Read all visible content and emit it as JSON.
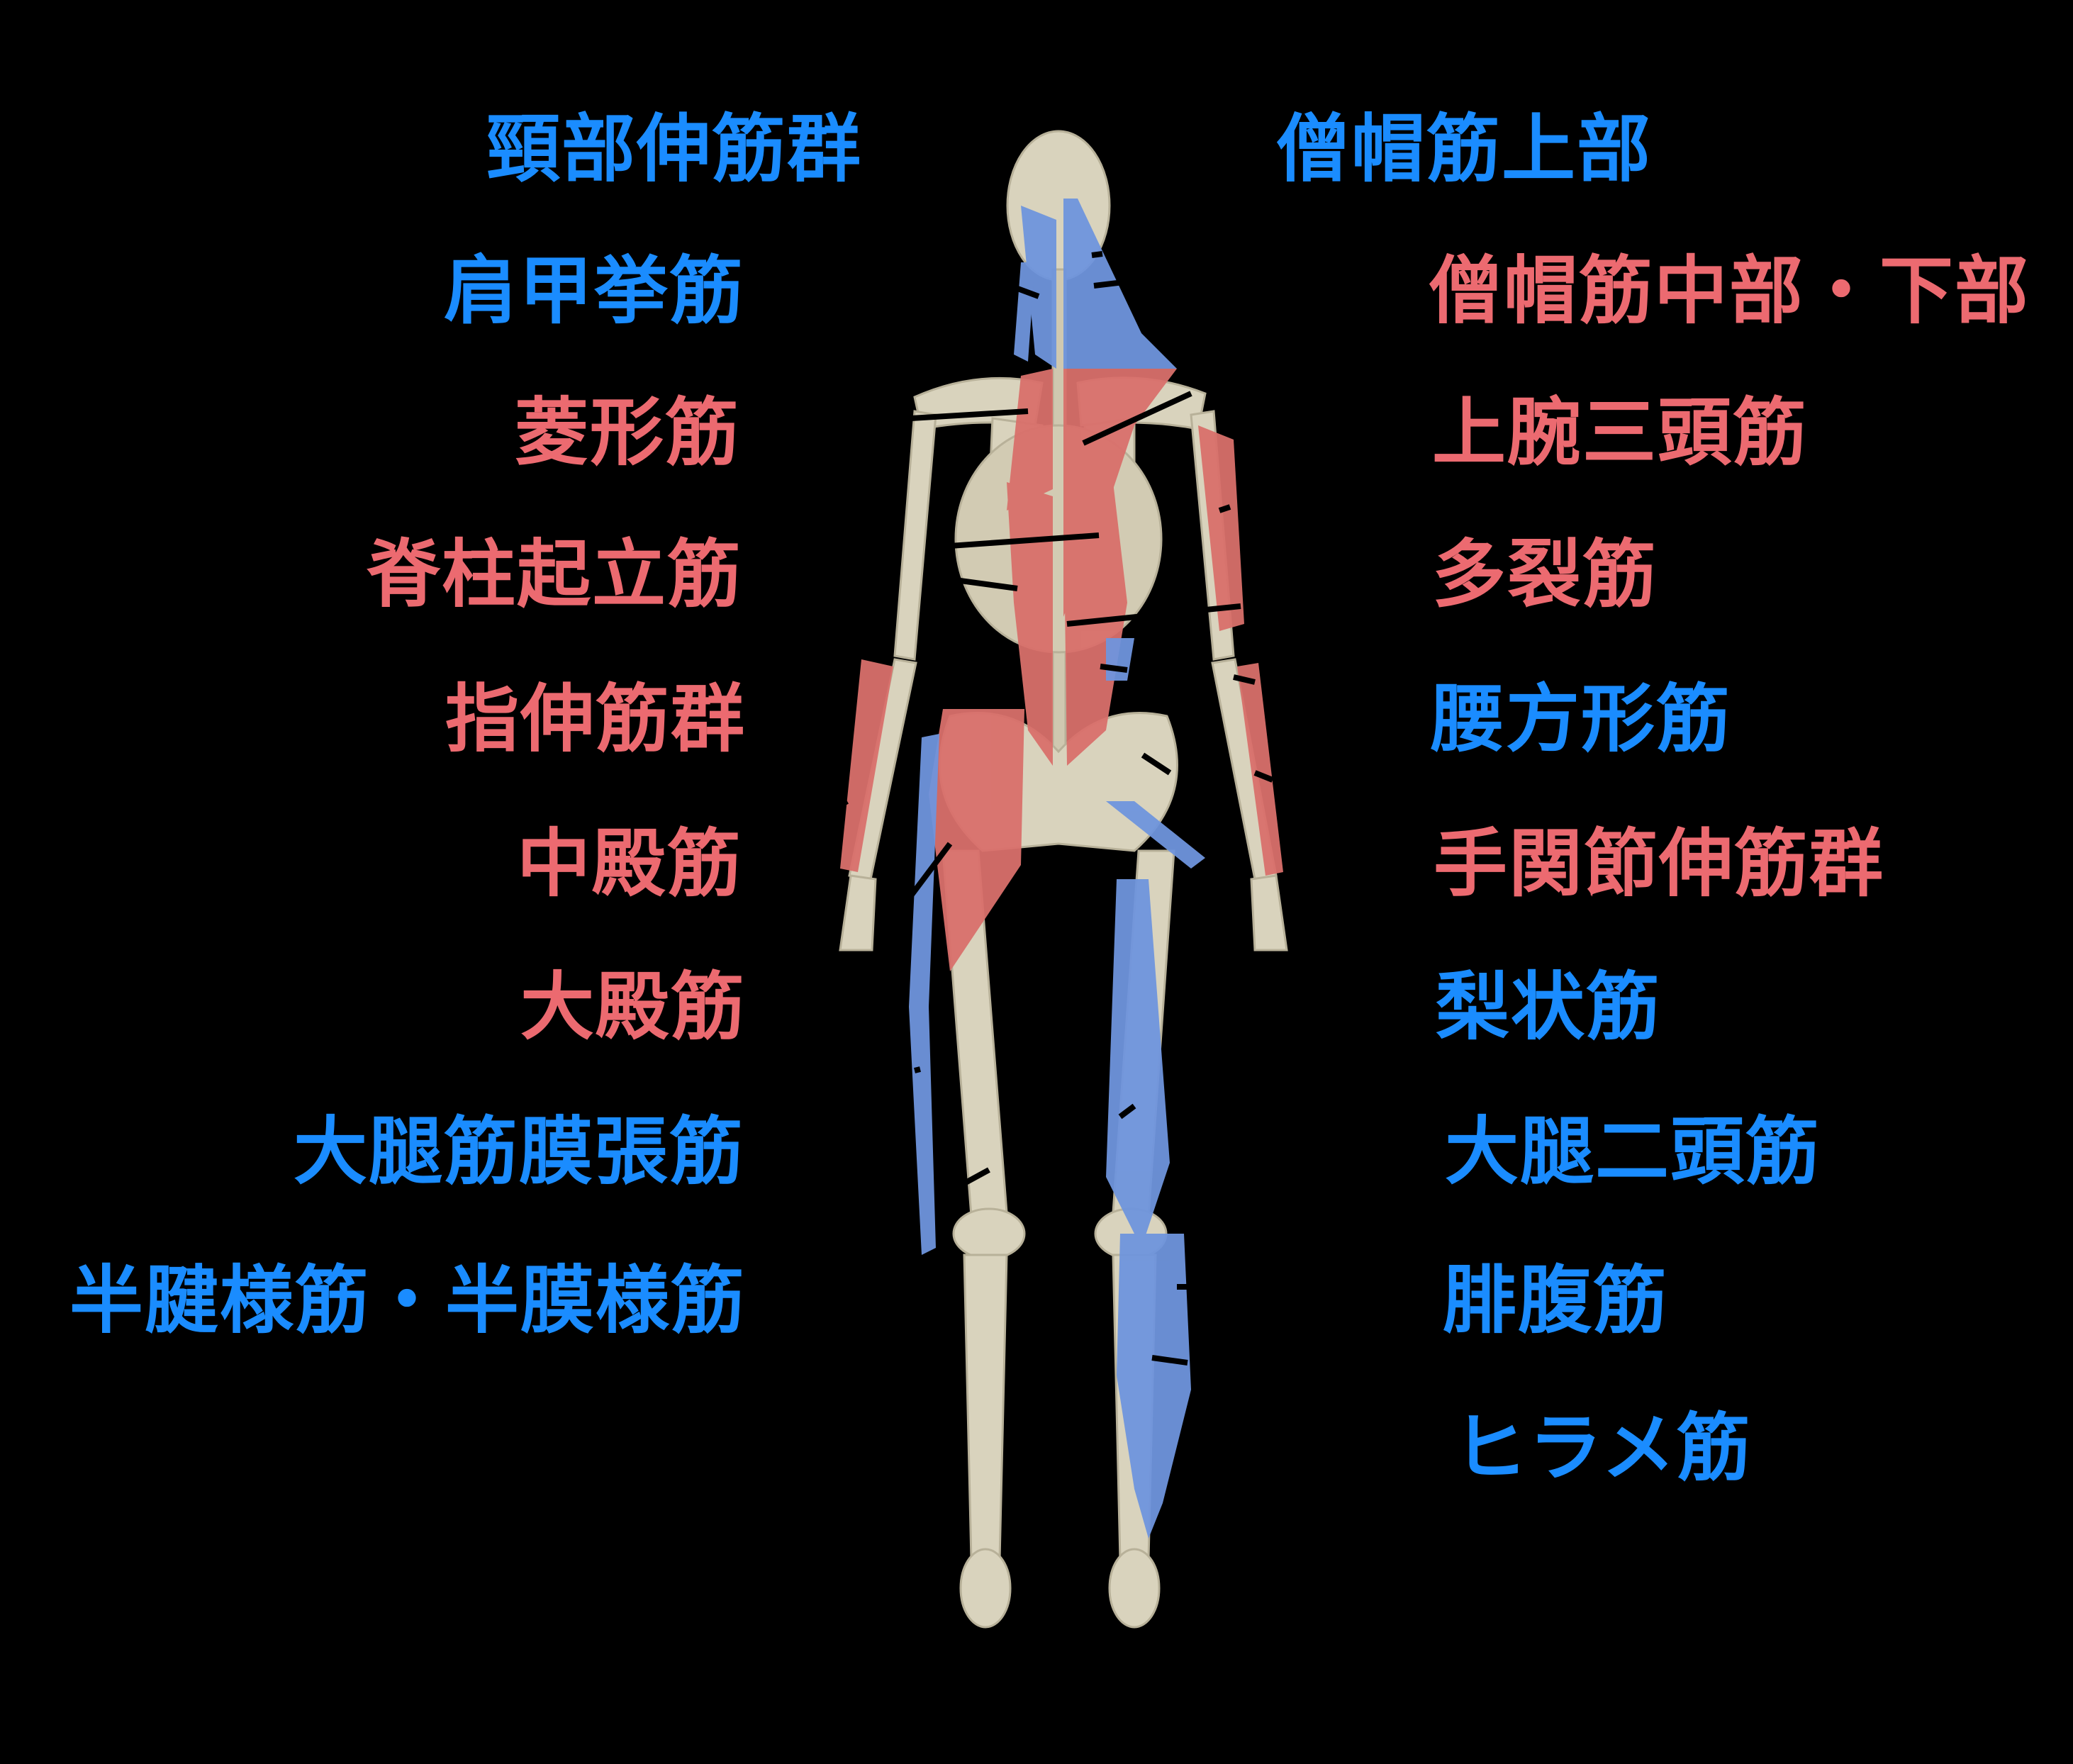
{
  "diagram": {
    "title": "",
    "view": "posterior skeleton with highlighted muscles",
    "colors": {
      "blue_label": "#1a8cff",
      "red_label": "#ec6a70",
      "bone": "#d9d3bd",
      "muscle_red": "#d9706b",
      "muscle_blue": "#6f95dd",
      "background": "#000000",
      "leader_line": "#000000"
    },
    "labels_left": [
      {
        "text": "頸部伸筋群",
        "color": "blue"
      },
      {
        "text": "肩甲挙筋",
        "color": "blue"
      },
      {
        "text": "菱形筋",
        "color": "red"
      },
      {
        "text": "脊柱起立筋",
        "color": "red"
      },
      {
        "text": "指伸筋群",
        "color": "red"
      },
      {
        "text": "中殿筋",
        "color": "red"
      },
      {
        "text": "大殿筋",
        "color": "red"
      },
      {
        "text": "大腿筋膜張筋",
        "color": "blue"
      },
      {
        "text": "半腱様筋・半膜様筋",
        "color": "blue"
      }
    ],
    "labels_right": [
      {
        "text": "僧帽筋上部",
        "color": "blue"
      },
      {
        "text": "僧帽筋中部・下部",
        "color": "red"
      },
      {
        "text": "上腕三頭筋",
        "color": "red"
      },
      {
        "text": "多裂筋",
        "color": "red"
      },
      {
        "text": "腰方形筋",
        "color": "blue"
      },
      {
        "text": "手関節伸筋群",
        "color": "red"
      },
      {
        "text": "梨状筋",
        "color": "blue"
      },
      {
        "text": "大腿二頭筋",
        "color": "blue"
      },
      {
        "text": "腓腹筋",
        "color": "blue"
      },
      {
        "text": "ヒラメ筋",
        "color": "blue"
      }
    ]
  }
}
